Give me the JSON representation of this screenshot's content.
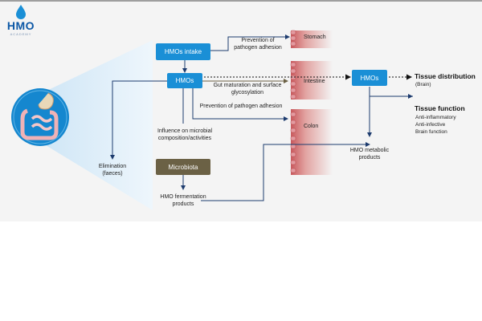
{
  "logo": {
    "name": "HMO",
    "tagline": "ACADEMY"
  },
  "boxes": {
    "intake": "HMOs intake",
    "hmos_main": "HMOs",
    "hmos_right": "HMOs",
    "microbiota": "Microbiota"
  },
  "organs": {
    "stomach": "Stomach",
    "intestine": "Intestine",
    "colon": "Colon"
  },
  "labels": {
    "prevention_stomach": "Prevention of pathogen adhesion",
    "gut_maturation": "Gut maturation and surface glycosylation",
    "prevention_colon": "Prevention of pathogen adhesion",
    "influence": "Influence on microbial composition/activities",
    "elimination": "Elimination (faeces)",
    "fermentation": "HMO fermentation products",
    "metabolic": "HMO metabolic products"
  },
  "tissue_distribution": {
    "title": "Tissue distribution",
    "detail": "(Brain)"
  },
  "tissue_function": {
    "title": "Tissue function",
    "items": [
      "Anti-inflammatory",
      "Anti-infective",
      "Brain function"
    ]
  },
  "colors": {
    "blue": "#1a8fd6",
    "olive": "#6b6145",
    "navy": "#1d3b6e",
    "tissue": "#b8484d"
  }
}
